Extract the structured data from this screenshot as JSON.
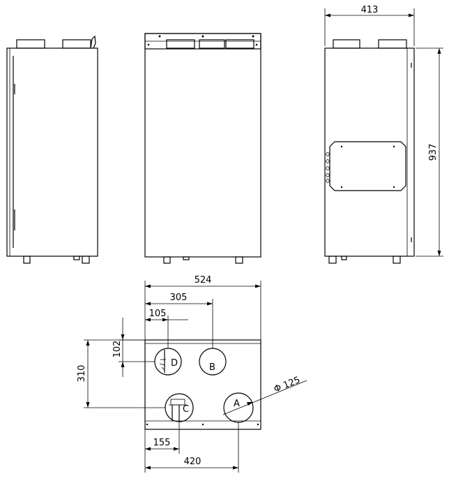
{
  "dimensions": {
    "depth": "413",
    "height": "937",
    "width": "524",
    "spigot_b_offset": "305",
    "spigot_d_offset": "105",
    "spigot_d_top": "102",
    "spigot_c_top": "310",
    "spigot_c_offset": "155",
    "spigot_a_offset": "420",
    "spigot_diameter": "Φ 125"
  },
  "spigot_labels": {
    "a": "A",
    "b": "B",
    "c": "C",
    "d": "D"
  }
}
